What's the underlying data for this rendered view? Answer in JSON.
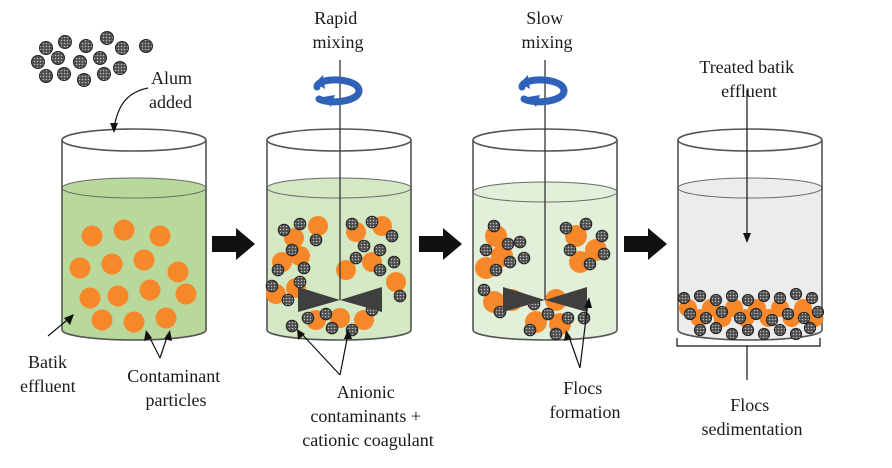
{
  "labels": {
    "alum_line1": "Alum",
    "alum_line2": "added",
    "rapid_line1": "Rapid",
    "rapid_line2": "mixing",
    "slow_line1": "Slow",
    "slow_line2": "mixing",
    "treated_line1": "Treated batik",
    "treated_line2": "effluent",
    "batik_line1": "Batik",
    "batik_line2": "effluent",
    "contaminant_line1": "Contaminant",
    "contaminant_line2": "particles",
    "anionic_line1": "Anionic",
    "anionic_line2": "contaminants +",
    "anionic_line3": "cationic coagulant",
    "flocs_formation_line1": "Flocs",
    "flocs_formation_line2": "formation",
    "flocs_sedimentation_line1": "Flocs",
    "flocs_sedimentation_line2": "sedimentation"
  },
  "colors": {
    "effluent_liquid": "#b9d99c",
    "mixing_liquid": "#d3e8c3",
    "slow_liquid": "#e3f0d9",
    "treated_liquid": "#ececec",
    "contaminant": "#f7882a",
    "coagulant": "#5a5a5a",
    "rotation_arrow": "#2f62b8",
    "process_arrow": "#111111"
  },
  "icons": {
    "rotation": "rotation-arrow-icon",
    "process": "right-arrow-icon",
    "stirrer": "stirrer-paddle-icon"
  }
}
